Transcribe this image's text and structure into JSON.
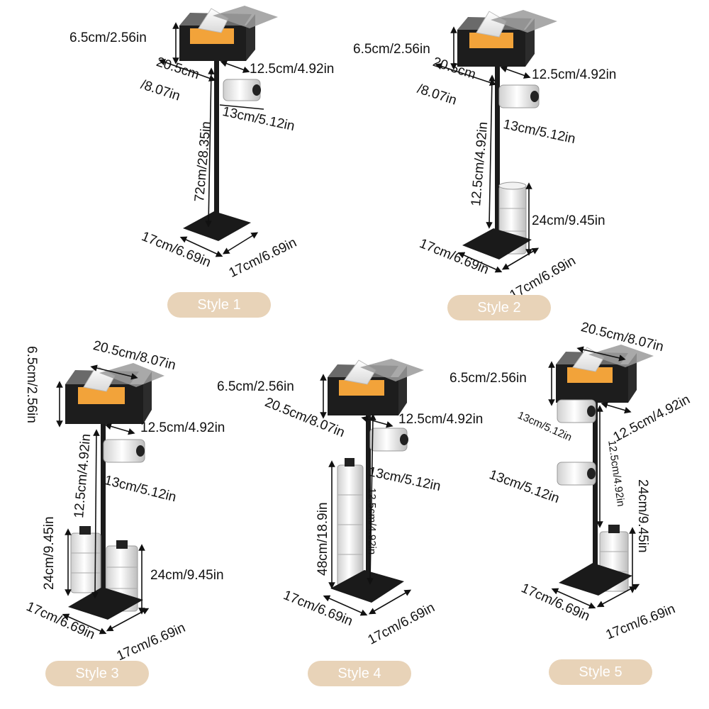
{
  "styles": [
    {
      "badge": "Style 1",
      "labels": {
        "box_height": "6.5cm/2.56in",
        "box_width_a": "20.5cm",
        "box_width_b": "/8.07in",
        "box_depth": "12.5cm/4.92in",
        "roll_width": "13cm/5.12in",
        "pole_height": "72cm/28.35in",
        "base_front": "17cm/6.69in",
        "base_side": "17cm/6.69in"
      }
    },
    {
      "badge": "Style 2",
      "labels": {
        "box_height": "6.5cm/2.56in",
        "box_width_a": "20.5cm",
        "box_width_b": "/8.07in",
        "box_depth": "12.5cm/4.92in",
        "roll_width": "13cm/5.12in",
        "pole_height": "12.5cm/4.92in",
        "stack_height": "24cm/9.45in",
        "base_front": "17cm/6.69in",
        "base_side": "17cm/6.69in"
      }
    },
    {
      "badge": "Style 3",
      "labels": {
        "box_height": "6.5cm/2.56in",
        "box_width": "20.5cm/8.07in",
        "box_depth": "12.5cm/4.92in",
        "roll_width": "13cm/5.12in",
        "pole_height": "12.5cm/4.92in",
        "stack_left": "24cm/9.45in",
        "stack_right": "24cm/9.45in",
        "base_front": "17cm/6.69in",
        "base_side": "17cm/6.69in"
      }
    },
    {
      "badge": "Style 4",
      "labels": {
        "box_height": "6.5cm/2.56in",
        "box_width": "20.5cm/8.07in",
        "box_depth": "12.5cm/4.92in",
        "roll_width": "13cm/5.12in",
        "pole_height": "12.5cm/4.92in",
        "stack_height": "48cm/18.9in",
        "base_front": "17cm/6.69in",
        "base_side": "17cm/6.69in"
      }
    },
    {
      "badge": "Style 5",
      "labels": {
        "box_width": "20.5cm/8.07in",
        "box_height": "6.5cm/2.56in",
        "box_depth": "12.5cm/4.92in",
        "roll_width_top": "13cm/5.12in",
        "roll_width_mid": "13cm/5.12in",
        "pole_height": "12.5cm/4.92in",
        "stack_height": "24cm/9.45in",
        "base_front": "17cm/6.69in",
        "base_side": "17cm/6.69in"
      }
    }
  ]
}
